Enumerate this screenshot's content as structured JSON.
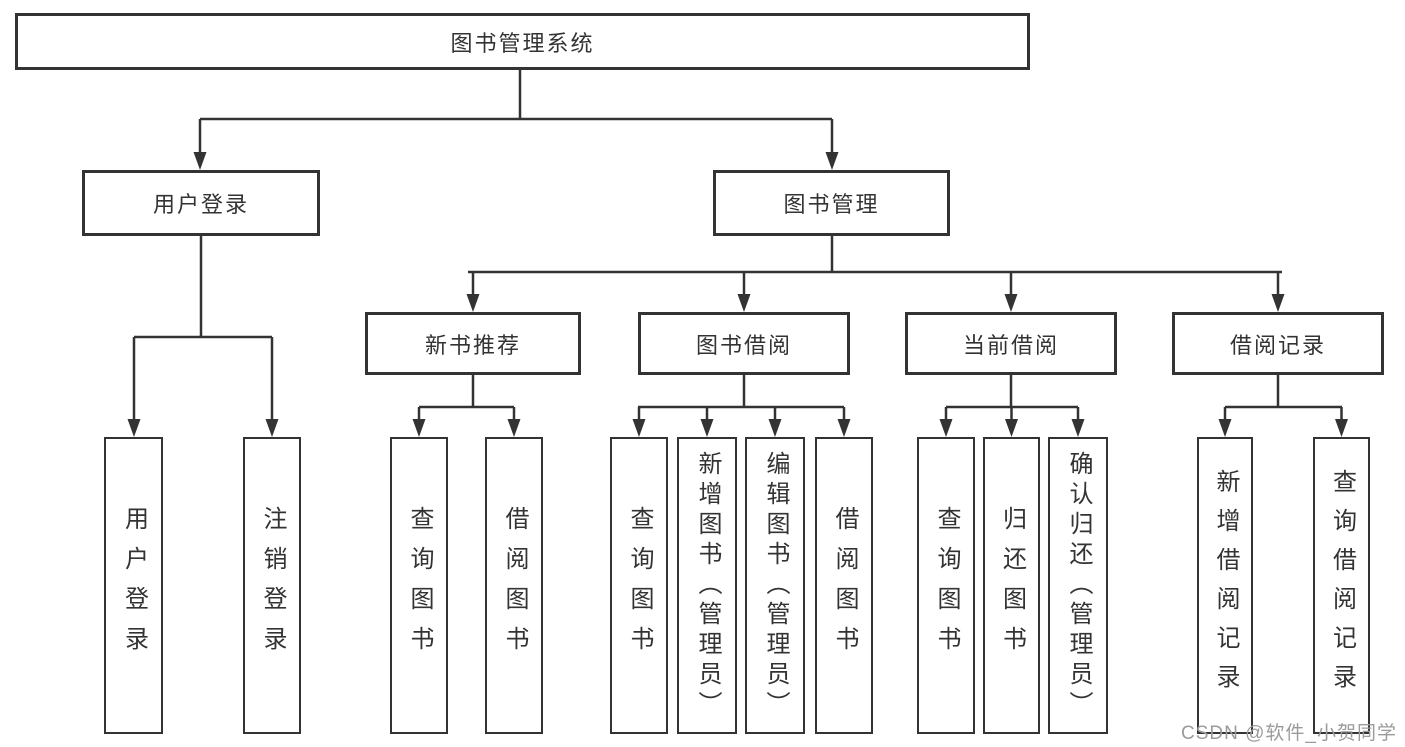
{
  "diagram": {
    "root": "图书管理系统",
    "branch_user": {
      "label": "用户登录",
      "leaves": [
        "用户登录",
        "注销登录"
      ]
    },
    "branch_books": {
      "label": "图书管理",
      "groups": [
        {
          "label": "新书推荐",
          "leaves": [
            "查询图书",
            "借阅图书"
          ]
        },
        {
          "label": "图书借阅",
          "leaves": [
            "查询图书",
            "新增图书（管理员）",
            "编辑图书（管理员）",
            "借阅图书"
          ]
        },
        {
          "label": "当前借阅",
          "leaves": [
            "查询图书",
            "归还图书",
            "确认归还（管理员）"
          ]
        },
        {
          "label": "借阅记录",
          "leaves": [
            "新增借阅记录",
            "查询借阅记录"
          ]
        }
      ]
    }
  },
  "watermark": "CSDN @软件_小贺同学",
  "colors": {
    "line": "#333333",
    "text": "#333333",
    "background": "#ffffff",
    "watermark": "#9b9b9b"
  }
}
